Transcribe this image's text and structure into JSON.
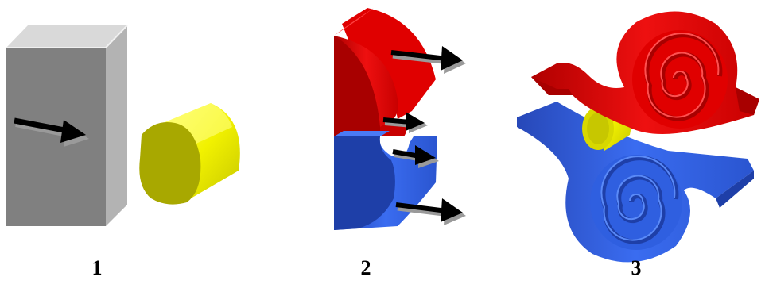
{
  "panels": [
    {
      "label": "1"
    },
    {
      "label": "2"
    },
    {
      "label": "3"
    }
  ],
  "colors": {
    "gray_front": "#808080",
    "gray_side": "#b3b3b3",
    "gray_top": "#d9d9d9",
    "yellow_face": "#a8a800",
    "yellow_body": "#f2f200",
    "red": "#e00000",
    "red_dark": "#a80000",
    "blue": "#2f5fe0",
    "blue_dark": "#1e3fa8",
    "arrow": "#000000",
    "arrow_shadow": "#9a9a9a"
  },
  "icons": [
    "arrow-icon"
  ]
}
